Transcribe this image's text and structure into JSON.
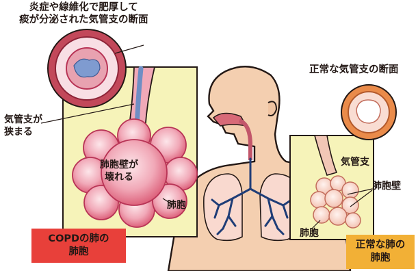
{
  "labels": {
    "inflamed_line1": "炎症や線維化で肥厚して",
    "inflamed_line2": "痰が分泌された気管支の断面",
    "bronchus_narrows_line1": "気管支が",
    "bronchus_narrows_line2": "狭まる",
    "alveolar_wall_break_line1": "肺胞壁が",
    "alveolar_wall_break_line2": "壊れる",
    "copd_alveoli": "肺胞",
    "normal_section": "正常な気管支の断面",
    "bronchus": "気管支",
    "alveolar_wall": "肺胞壁",
    "normal_alveoli": "肺胞"
  },
  "tags": {
    "copd_line1": "COPDの肺の",
    "copd_line2": "肺胞",
    "normal_line1": "正常な肺の",
    "normal_line2": "肺胞"
  },
  "colors": {
    "panel_fill": "#f6f3b9",
    "skin": "#f4cfb0",
    "copd_tag": "#e8403a",
    "normal_tag": "#f2b036",
    "alveoli_pink": "#e07a93",
    "bronchus_blue": "#6f8ec4"
  }
}
